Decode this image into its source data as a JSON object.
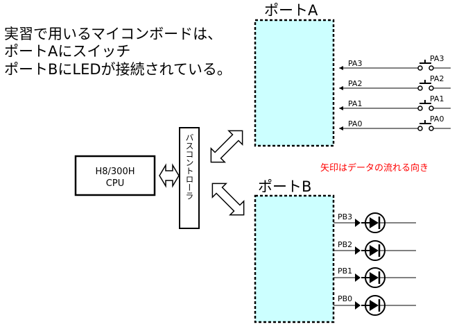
{
  "description": {
    "line1": "実習で用いるマイコンボードは、",
    "line2": "ポートAにスイッチ",
    "line3": "ポートBにLEDが接続されている。"
  },
  "port_a": {
    "title": "ポートA",
    "pins": [
      {
        "pin": "PA3",
        "switch": "PA3"
      },
      {
        "pin": "PA2",
        "switch": "PA2"
      },
      {
        "pin": "PA1",
        "switch": "PA1"
      },
      {
        "pin": "PA0",
        "switch": "PA0"
      }
    ]
  },
  "port_b": {
    "title": "ポートB",
    "pins": [
      "PB3",
      "PB2",
      "PB1",
      "PB0"
    ]
  },
  "cpu": {
    "line1": "H8/300H",
    "line2": "CPU"
  },
  "bus_controller": {
    "label": "バスコントローラ"
  },
  "note": {
    "text": "矢印はデータの流れる向き"
  },
  "colors": {
    "port_fill": "#ccffff",
    "note_text": "#ff0000",
    "stroke": "#000000"
  }
}
